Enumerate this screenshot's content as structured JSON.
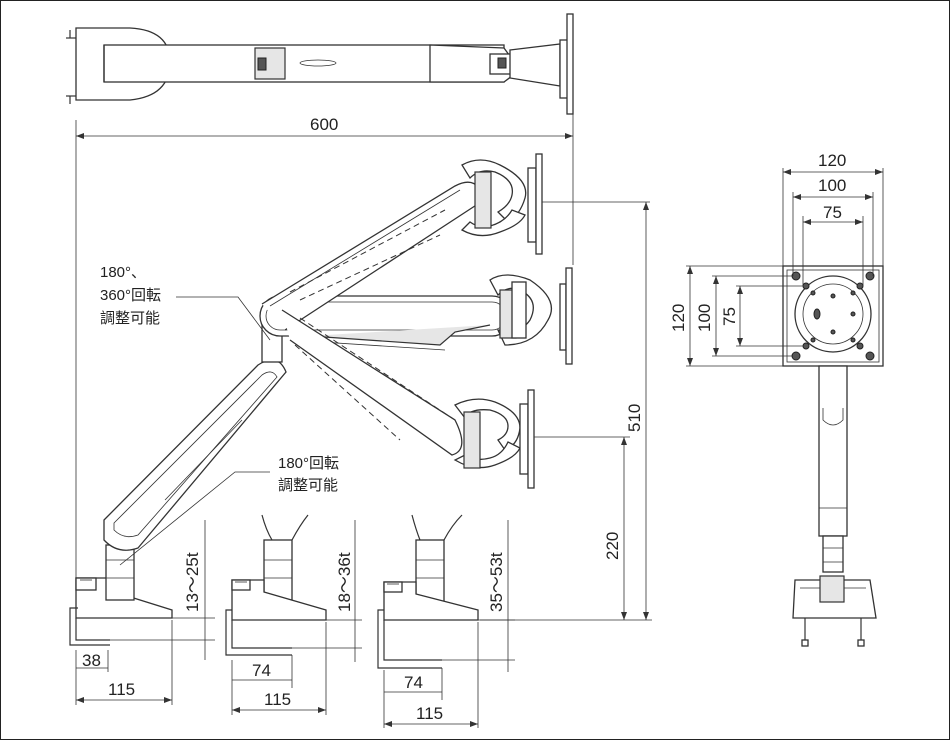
{
  "dimensions": {
    "overall_width": "600",
    "max_height": "510",
    "pole_height": "220",
    "plate_120": "120",
    "plate_100": "100",
    "plate_75": "75",
    "clamp_a_thickness": "13～25t",
    "clamp_b_thickness": "18～36t",
    "clamp_c_thickness": "35～53t",
    "clamp_a_depth": "38",
    "clamp_a_width": "115",
    "clamp_b_inner": "74",
    "clamp_b_width": "115",
    "clamp_c_inner": "74",
    "clamp_c_width": "115"
  },
  "notes": {
    "joint_rotation_line1": "180°、",
    "joint_rotation_line2": "360°回転",
    "joint_rotation_line3": "調整可能",
    "arm_rotation_line1": "180°回転",
    "arm_rotation_line2": "調整可能"
  }
}
